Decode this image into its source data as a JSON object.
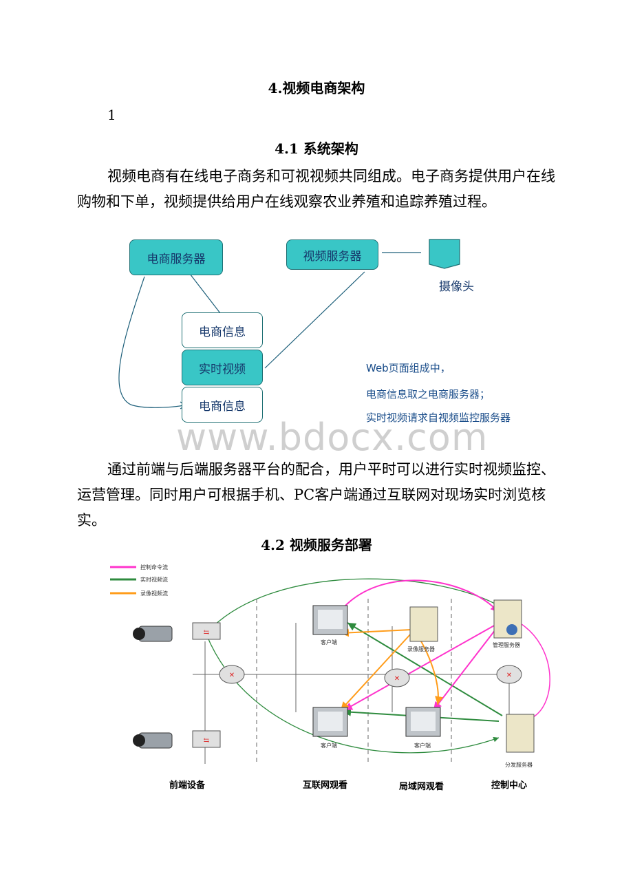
{
  "section_title": "4.视频电商架构",
  "number_line": "1",
  "sub1_title": "4.1 系统架构",
  "para1": "视频电商有在线电子商务和可视视频共同组成。电子商务提供用户在线购物和下单，视频提供给用户在线观察农业养殖和追踪养殖过程。",
  "diagram1": {
    "ecommerce_server": "电商服务器",
    "video_server": "视频服务器",
    "camera": "摄像头",
    "info_top": "电商信息",
    "realtime_video": "实时视频",
    "info_bottom": "电商信息",
    "note_line1": "Web页面组成中，",
    "note_line2": "电商信息取之电商服务器；",
    "note_line3": "实时视频请求自视频监控服务器"
  },
  "watermark": "www.bdocx.com",
  "para2": "通过前端与后端服务器平台的配合，用户平时可以进行实时视频监控、运营管理。同时用户可根据手机、PC客户端通过互联网对现场实时浏览核实。",
  "sub2_title": "4.2 视频服务部署",
  "diagram2": {
    "legend": [
      {
        "label": "控制命令流",
        "color": "#ff33cc"
      },
      {
        "label": "实时视频流",
        "color": "#2e8b3e"
      },
      {
        "label": "录像视频流",
        "color": "#ff9c1a"
      }
    ],
    "client_top": "客户端",
    "record_server": "录像服务器",
    "manage_server": "管理服务器",
    "client_bottom_left": "客户端",
    "client_bottom_mid": "客户端",
    "dist_server": "分发服务器",
    "zones": [
      "前端设备",
      "互联网观看",
      "局域网观看",
      "控制中心"
    ]
  }
}
